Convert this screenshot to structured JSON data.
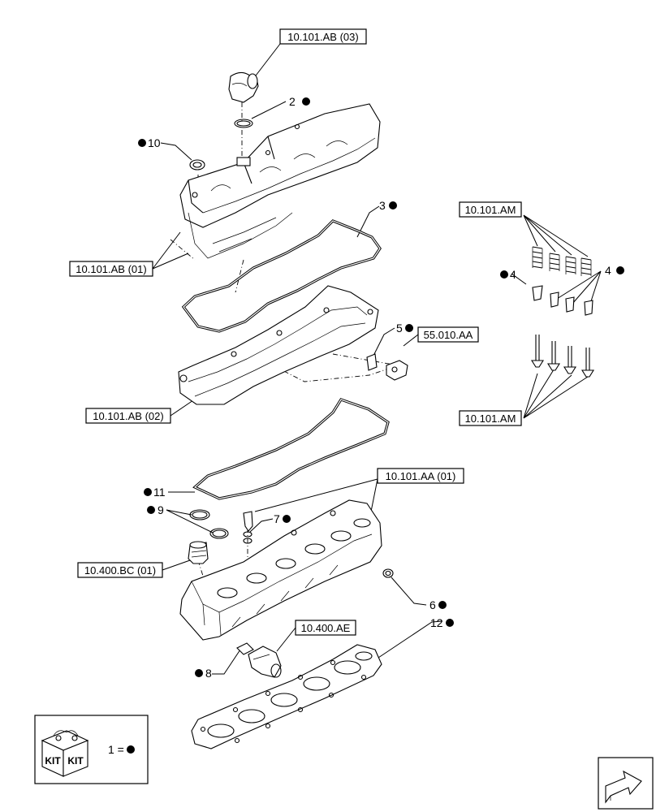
{
  "references": {
    "breather_housing": "10.101.AB (03)",
    "valve_cover": "10.101.AB (01)",
    "spacer_frame": "10.101.AB (02)",
    "springs": "10.101.AM",
    "valves": "10.101.AM",
    "sensor": "55.010.AA",
    "cylinder_head": "10.101.AA (01)",
    "thermostat": "10.400.BC (01)",
    "water_outlet": "10.400.AE"
  },
  "callouts": {
    "c2": "2",
    "c10": "10",
    "c3": "3",
    "c4_left": "4",
    "c4_right": "4",
    "c5": "5",
    "c11": "11",
    "c9": "9",
    "c7": "7",
    "c6": "6",
    "c12": "12",
    "c8": "8"
  },
  "legend": {
    "badge_word_1": "KIT",
    "badge_word_2": "KIT",
    "text": "1 ="
  },
  "icons": {
    "dot": "filled-circle-icon",
    "kit": "kit-box-icon",
    "nav": "next-page-arrow-icon"
  }
}
